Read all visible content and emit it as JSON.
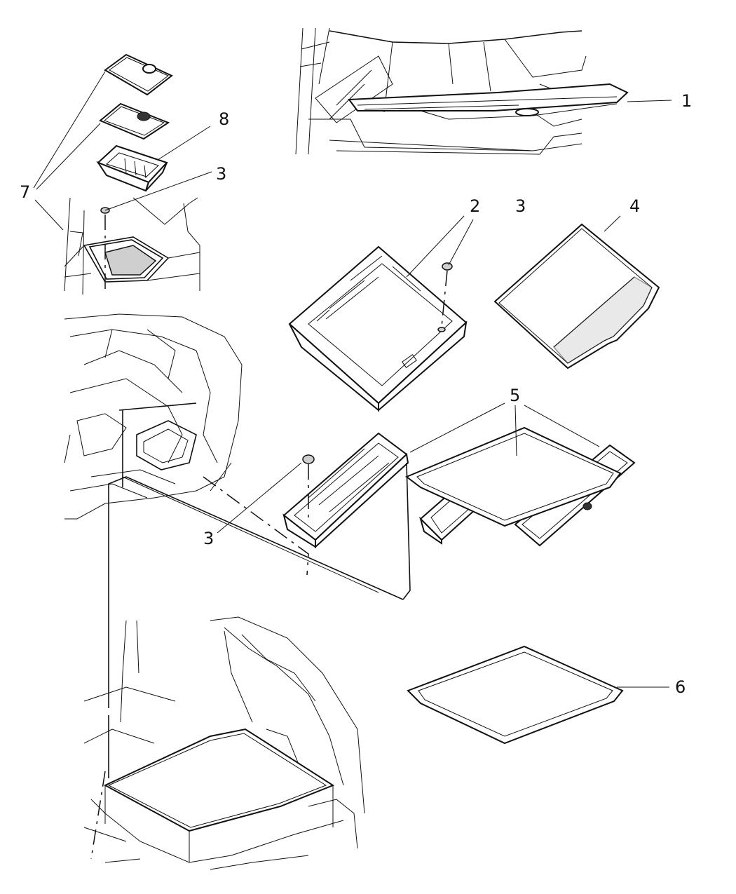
{
  "diagram": {
    "callouts": [
      {
        "id": "c1",
        "label": "1"
      },
      {
        "id": "c2",
        "label": "2"
      },
      {
        "id": "c3a",
        "label": "3"
      },
      {
        "id": "c3b",
        "label": "3"
      },
      {
        "id": "c3c",
        "label": "3"
      },
      {
        "id": "c4",
        "label": "4"
      },
      {
        "id": "c5",
        "label": "5"
      },
      {
        "id": "c6",
        "label": "6"
      },
      {
        "id": "c7",
        "label": "7"
      },
      {
        "id": "c8",
        "label": "8"
      }
    ]
  }
}
